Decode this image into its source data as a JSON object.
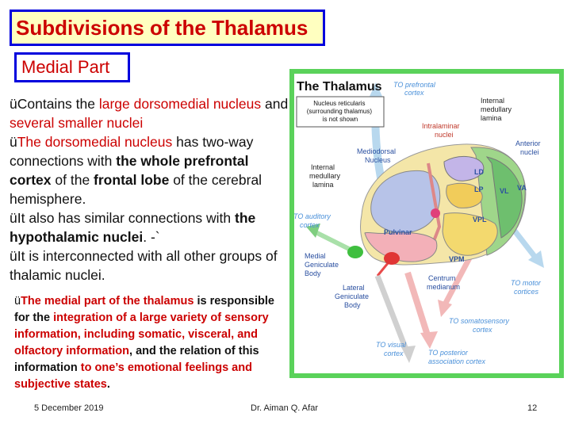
{
  "slide": {
    "title": "Subdivisions of the Thalamus",
    "subtitle": "Medial Part",
    "check_mark": "ü",
    "bullets": [
      {
        "p1": "Contains the ",
        "p2": "large dorsomedial nucleus",
        "p3": " and ",
        "p4": "several smaller nuclei"
      },
      {
        "p1": "The dorsomedial nucleus",
        "p2": " has two-way connections with ",
        "p3": "the whole prefrontal cortex",
        "p4": " of the ",
        "p5": "frontal lobe",
        "p6": " of the cerebral hemisphere."
      },
      {
        "p1": "It also has similar connections with ",
        "p2": "the hypothalamic nuclei",
        "p3": ". -`"
      },
      {
        "p1": "It is interconnected with all other groups of thalamic nuclei."
      }
    ],
    "paragraph": {
      "p1": "The medial part of the thalamus",
      "p2": " is responsible for the ",
      "p3": "integration of a large variety of sensory information, including somatic, visceral, and olfactory information",
      "p4": ", and the relation of this information ",
      "p5": "to one’s emotional feelings and subjective states",
      "p6": "."
    }
  },
  "figure": {
    "heading": "The Thalamus",
    "note": [
      "Nucleus reticularis",
      "(surrounding thalamus)",
      "is not shown"
    ],
    "labels": {
      "to_prefrontal": [
        "TO prefrontal",
        "cortex"
      ],
      "internal_medullary_top": [
        "Internal",
        "medullary",
        "lamina"
      ],
      "intralaminar": [
        "Intralaminar",
        "nuclei"
      ],
      "mediodorsal": [
        "Mediodorsal",
        "Nucleus"
      ],
      "anterior": [
        "Anterior",
        "nuclei"
      ],
      "internal_medullary_left": [
        "Internal",
        "medullary",
        "lamina"
      ],
      "ld": "LD",
      "lp": "LP",
      "vl": "VL",
      "va": "VA",
      "to_auditory": [
        "TO auditory",
        "cortex"
      ],
      "vpl": "VPL",
      "pulvinar": "Pulvinar",
      "vpm": "VPM",
      "mgb": [
        "Medial",
        "Geniculate",
        "Body"
      ],
      "centrum": [
        "Centrum",
        "medianum"
      ],
      "to_motor": [
        "TO motor",
        "cortices"
      ],
      "lgb": [
        "Lateral",
        "Geniculate",
        "Body"
      ],
      "to_somato": [
        "TO somatosensory",
        "cortex"
      ],
      "to_visual": [
        "TO visual",
        "cortex"
      ],
      "to_posterior": [
        "TO posterior",
        "association cortex"
      ]
    }
  },
  "footer": {
    "date": "5 December 2019",
    "author": "Dr. Aiman Q. Afar",
    "page": "12"
  }
}
